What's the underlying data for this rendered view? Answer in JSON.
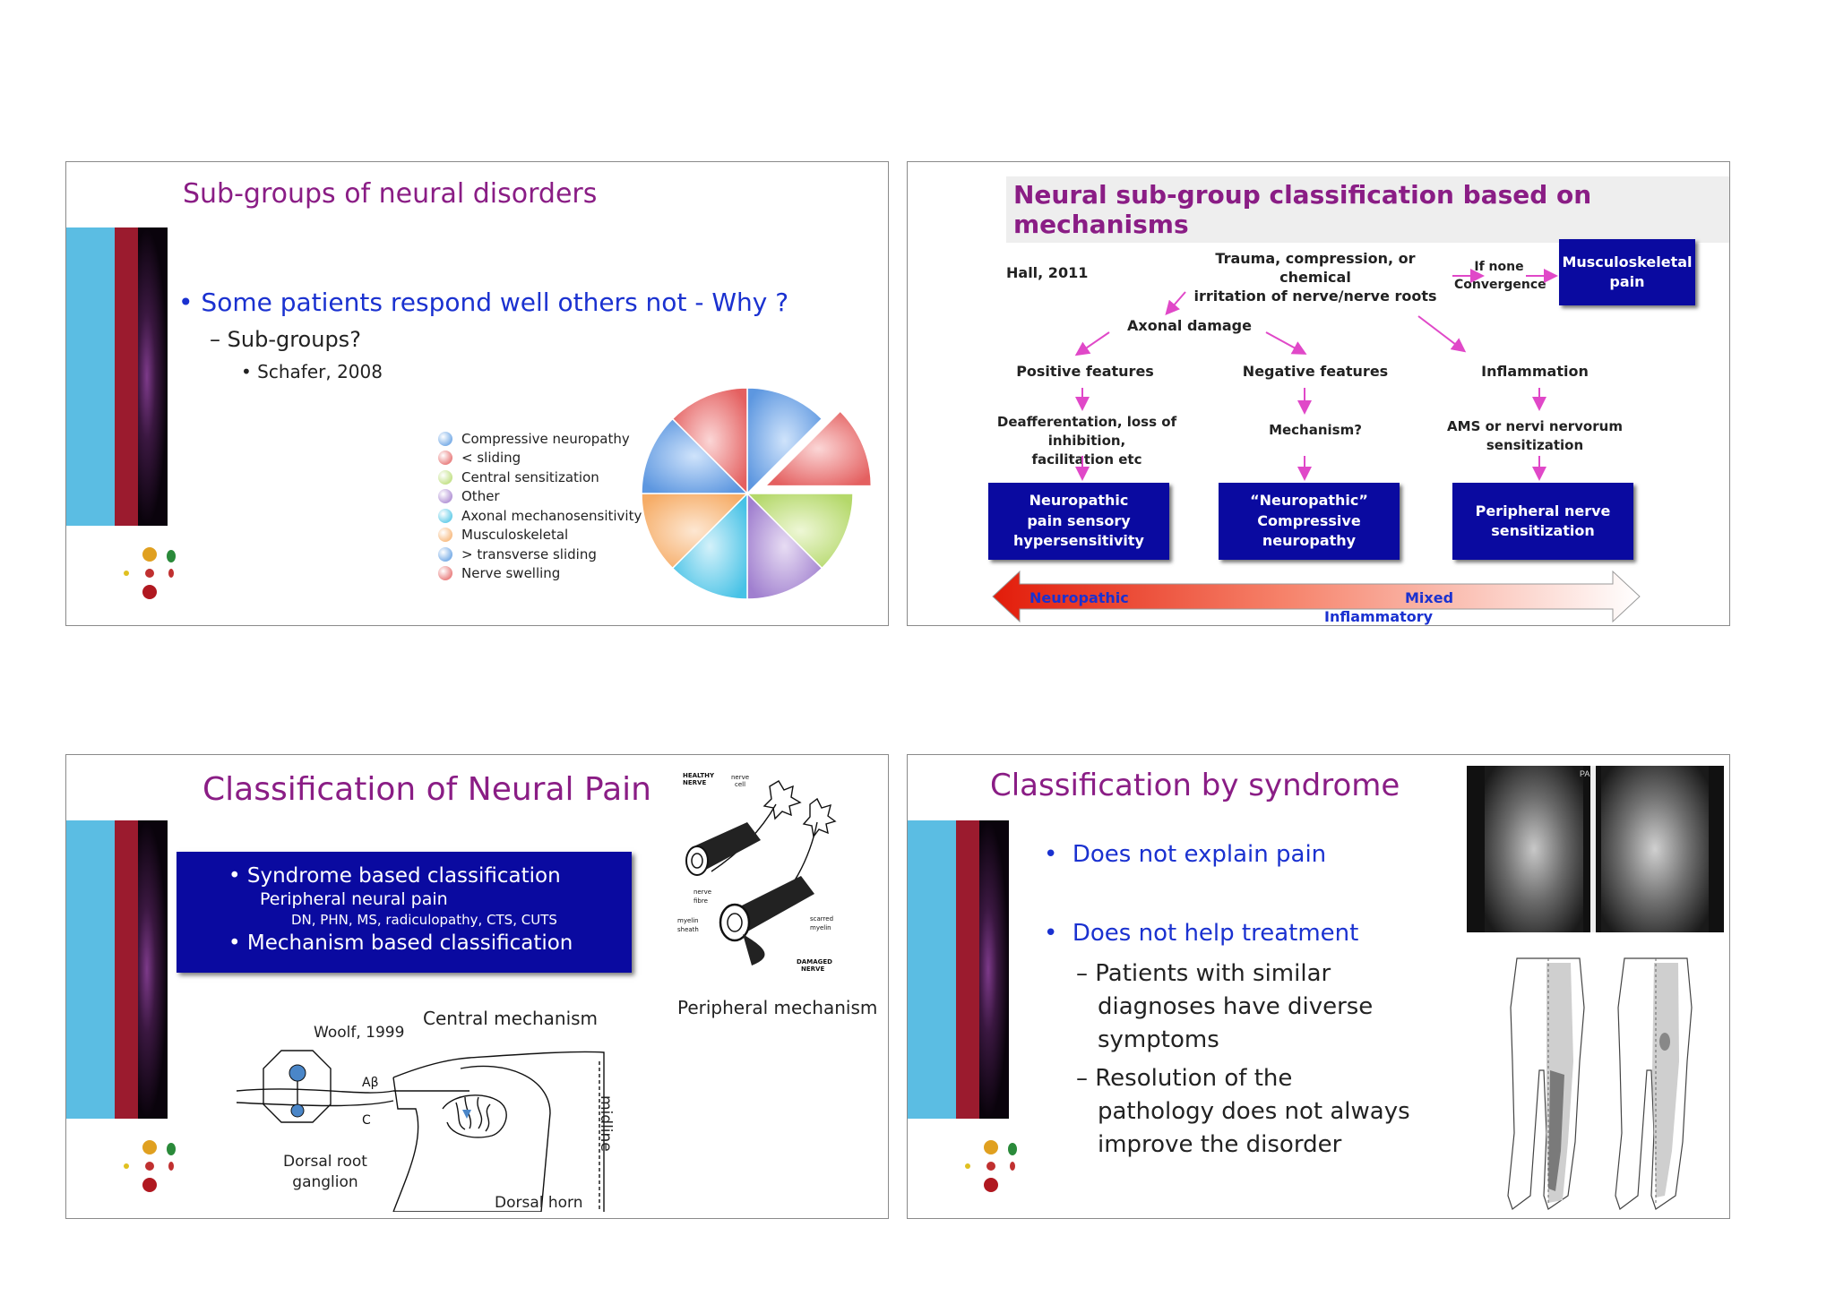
{
  "slide1": {
    "title": "Sub-groups of neural disorders",
    "bullet": "Some patients respond well others not - Why ?",
    "sub": "Sub-groups?",
    "subsub": "Schafer, 2008",
    "legend": [
      {
        "label": "Compressive neuropathy",
        "color": "#7fb1e8"
      },
      {
        "label": "< sliding",
        "color": "#ea8585"
      },
      {
        "label": "Central sensitization",
        "color": "#c6e38e"
      },
      {
        "label": "Other",
        "color": "#b79ad8"
      },
      {
        "label": "Axonal mechanosensitivity",
        "color": "#6fd0ea"
      },
      {
        "label": "Musculoskeletal",
        "color": "#f8c08a"
      },
      {
        "label": "> transverse sliding",
        "color": "#7fb1e8"
      },
      {
        "label": "Nerve swelling",
        "color": "#ea8585"
      }
    ]
  },
  "slide2": {
    "title": "Neural sub-group classification based on mechanisms",
    "ref": "Hall, 2011",
    "trauma": [
      "Trauma, compression, or chemical",
      "irritation of nerve/nerve roots"
    ],
    "ifnone": [
      "If none",
      "Convergence"
    ],
    "msk_box": [
      "Musculoskeletal",
      "pain"
    ],
    "axonal": "Axonal damage",
    "positive": "Positive features",
    "negative": "Negative features",
    "inflammation": "Inflammation",
    "deaff": [
      "Deafferentation, loss of inhibition,",
      "facilitation etc"
    ],
    "mechanism": "Mechanism?",
    "ams": [
      "AMS or nervi nervorum",
      "sensitization"
    ],
    "box1": [
      "Neuropathic",
      "pain sensory",
      "hypersensitivity"
    ],
    "box2": [
      "“Neuropathic”",
      "Compressive",
      "neuropathy"
    ],
    "box3": [
      "Peripheral nerve",
      "sensitization"
    ],
    "arrow_labels": {
      "left": "Neuropathic",
      "mid": "Mixed",
      "bottom": "Inflammatory"
    }
  },
  "slide3": {
    "title": "Classification of Neural Pain",
    "box": {
      "b1": "Syndrome based classification",
      "b1sub": "Peripheral neural pain",
      "b1subsub": "DN, PHN, MS, radiculopathy, CTS, CUTS",
      "b2": "Mechanism based classification"
    },
    "nerve_fig": {
      "healthy": [
        "HEALTHY",
        "NERVE"
      ],
      "cell": [
        "nerve",
        "cell"
      ],
      "nerve": "nerve",
      "fibre": "fibre",
      "myelin_sheath": [
        "myelin",
        "sheath"
      ],
      "scarred": [
        "scarred",
        "myelin"
      ],
      "damaged": [
        "DAMAGED",
        "NERVE"
      ]
    },
    "peripheral": "Peripheral mechanism",
    "central": "Central mechanism",
    "woolf": "Woolf, 1999",
    "ab": "Aβ",
    "c": "C",
    "drg": [
      "Dorsal root",
      "ganglion"
    ],
    "dorsal_horn": "Dorsal horn",
    "midline": "midline"
  },
  "slide4": {
    "title": "Classification by syndrome",
    "b1": "Does not explain pain",
    "b2": "Does not help treatment",
    "d1": [
      "Patients with similar",
      "diagnoses have diverse",
      "symptoms"
    ],
    "d2": [
      "Resolution of the",
      "pathology does not always",
      "improve the disorder"
    ],
    "mri_label": "PA"
  }
}
